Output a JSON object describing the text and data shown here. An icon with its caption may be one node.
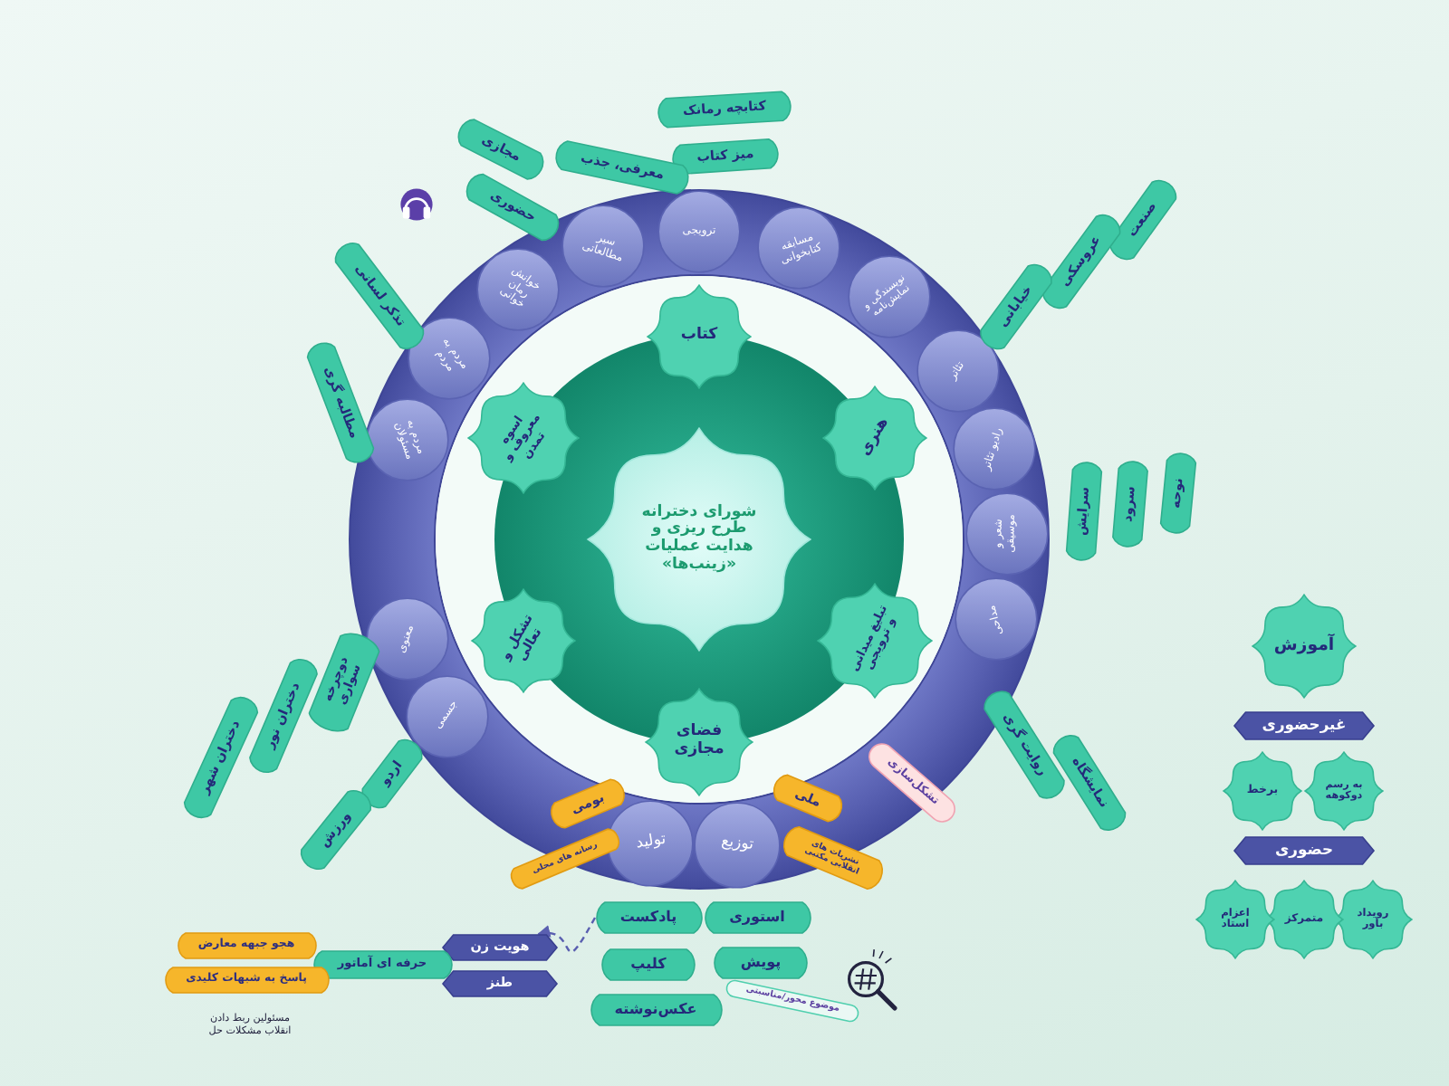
{
  "diagram": {
    "nodes": [
      {
        "text": [
          "شورای دخترانه طرح ریزی و هدایت عملیات «زینب‌ها»"
        ]
      },
      {
        "text": [
          "کتاب"
        ]
      },
      {
        "text": [
          "هنری"
        ]
      },
      {
        "text": [
          "تبلیغ میدانی و ترویجی"
        ]
      },
      {
        "text": [
          "فضای مجازی"
        ]
      },
      {
        "text": [
          "تشکل و تعالی"
        ]
      },
      {
        "text": [
          "اسوه معروف و تمدن"
        ]
      },
      {
        "text": [
          "سیر مطالعاتی"
        ]
      },
      {
        "text": [
          "ترویجی"
        ]
      },
      {
        "text": [
          "مسابقه کتابخوانی"
        ]
      },
      {
        "text": [
          "نویسندگی و نمایش‌نامه"
        ]
      },
      {
        "text": [
          "تئاتر"
        ]
      },
      {
        "text": [
          "رادیو تئاتر"
        ]
      },
      {
        "text": [
          "شعر و موسیقی"
        ]
      },
      {
        "text": [
          "مداحی"
        ]
      },
      {
        "text": [
          "توزیع"
        ]
      },
      {
        "text": [
          "تولید"
        ]
      },
      {
        "text": [
          "جسمی"
        ]
      },
      {
        "text": [
          "معنوی"
        ]
      },
      {
        "text": [
          "مردم به مسئولان"
        ]
      },
      {
        "text": [
          "مردم به مردم"
        ]
      },
      {
        "text": [
          "خوانش رمان خوانی"
        ]
      },
      {
        "text": [
          "کتابچه رمانک"
        ]
      },
      {
        "text": [
          "میز کتاب"
        ]
      },
      {
        "text": [
          "معرفی، جذب"
        ]
      },
      {
        "text": [
          "مجازی"
        ]
      },
      {
        "text": [
          "حضوری"
        ]
      },
      {
        "text": [
          "تذکر لسانی"
        ]
      },
      {
        "text": [
          "مطالبه گری"
        ]
      },
      {
        "text": [
          "صنعت"
        ]
      },
      {
        "text": [
          "عروسکی"
        ]
      },
      {
        "text": [
          "خیابانی"
        ]
      },
      {
        "text": [
          "نوحه"
        ]
      },
      {
        "text": [
          "سرود"
        ]
      },
      {
        "text": [
          "سرایش"
        ]
      },
      {
        "text": [
          "روایت گری"
        ]
      },
      {
        "text": [
          "نمایشگاه"
        ]
      },
      {
        "text": [
          "تشکل‌سازی"
        ]
      },
      {
        "text": [
          "ملی"
        ]
      },
      {
        "text": [
          "نشریات های انقلابی مکتبی"
        ]
      },
      {
        "text": [
          "بومی"
        ]
      },
      {
        "text": [
          "رسانه های محلی"
        ]
      },
      {
        "text": [
          "دوچرخه سواری"
        ]
      },
      {
        "text": [
          "دختران نور"
        ]
      },
      {
        "text": [
          "دختران شهر"
        ]
      },
      {
        "text": [
          "اردو"
        ]
      },
      {
        "text": [
          "ورزش"
        ]
      },
      {
        "text": [
          "استوری"
        ]
      },
      {
        "text": [
          "پادکست"
        ]
      },
      {
        "text": [
          "پویش"
        ]
      },
      {
        "text": [
          "کلیپ"
        ]
      },
      {
        "text": [
          "عکس‌نوشته"
        ]
      },
      {
        "text": [
          "موضوع محور/مناسبتی"
        ]
      },
      {
        "text": [
          "هویت زن"
        ]
      },
      {
        "text": [
          "طنز"
        ]
      },
      {
        "text": [
          "حرفه ای آماتور"
        ]
      },
      {
        "text": [
          "هجو جبهه معارض"
        ]
      },
      {
        "text": [
          "پاسخ به شبهات کلیدی"
        ]
      },
      {
        "text": [
          "آموزش"
        ]
      },
      {
        "text": [
          "غیرحضوری"
        ]
      },
      {
        "text": [
          "به رسم دوکوهه"
        ]
      },
      {
        "text": [
          "برخط"
        ]
      },
      {
        "text": [
          "حضوری"
        ]
      },
      {
        "text": [
          "رویداد باور"
        ]
      },
      {
        "text": [
          "متمرکز"
        ]
      },
      {
        "text": [
          "اعزام استاد"
        ]
      }
    ],
    "edges": [
      {
        "from": 48,
        "to": 53,
        "arrow": "to",
        "style": "dashed"
      }
    ],
    "labels": [
      "مسئولین ربط دادن انقلاب مشکلات حل"
    ]
  }
}
